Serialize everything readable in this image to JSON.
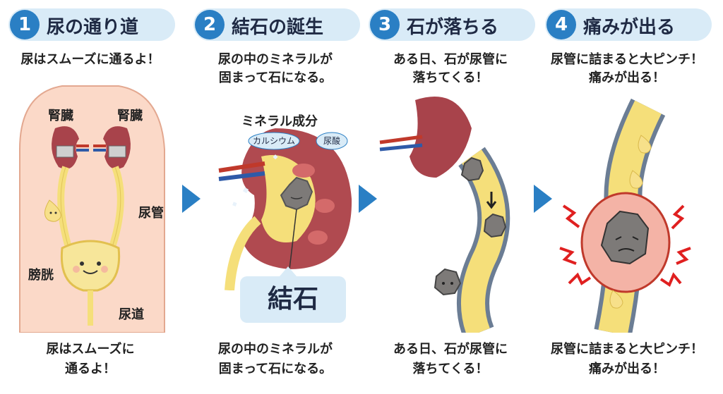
{
  "panels": [
    {
      "number": "1",
      "title": "尿の通り道",
      "top_text": "尿はスムーズに通るよ！",
      "bottom_line1": "尿はスムーズに",
      "bottom_line2": "通るよ！",
      "labels": {
        "kidney_left": "腎臓",
        "kidney_right": "腎臓",
        "ureter": "尿管",
        "bladder": "膀胱",
        "urethra": "尿道"
      }
    },
    {
      "number": "2",
      "title": "結石の誕生",
      "top_line1": "尿の中のミネラルが",
      "top_line2": "固まって石になる。",
      "bottom_line1": "尿の中のミネラルが",
      "bottom_line2": "固まって石になる。",
      "labels": {
        "minerals": "ミネラル成分",
        "calcium": "カルシウム",
        "uric_acid": "尿酸",
        "stone": "結石"
      }
    },
    {
      "number": "3",
      "title": "石が落ちる",
      "top_line1": "ある日、石が尿管に",
      "top_line2": "落ちてくる！",
      "bottom_line1": "ある日、石が尿管に",
      "bottom_line2": "落ちてくる！"
    },
    {
      "number": "4",
      "title": "痛みが出る",
      "top_line1": "尿管に詰まると大ピンチ！",
      "top_line2": "痛みが出る！",
      "bottom_line1": "尿管に詰まると大ピンチ！",
      "bottom_line2": "痛みが出る！"
    }
  ],
  "colors": {
    "accent": "#2a7fc4",
    "header_bg": "#d9ebf7",
    "skin": "#fbd9c8",
    "kidney": "#a8434b",
    "urine": "#f5df7a",
    "stone": "#7d7a78",
    "pain": "#e02020"
  }
}
